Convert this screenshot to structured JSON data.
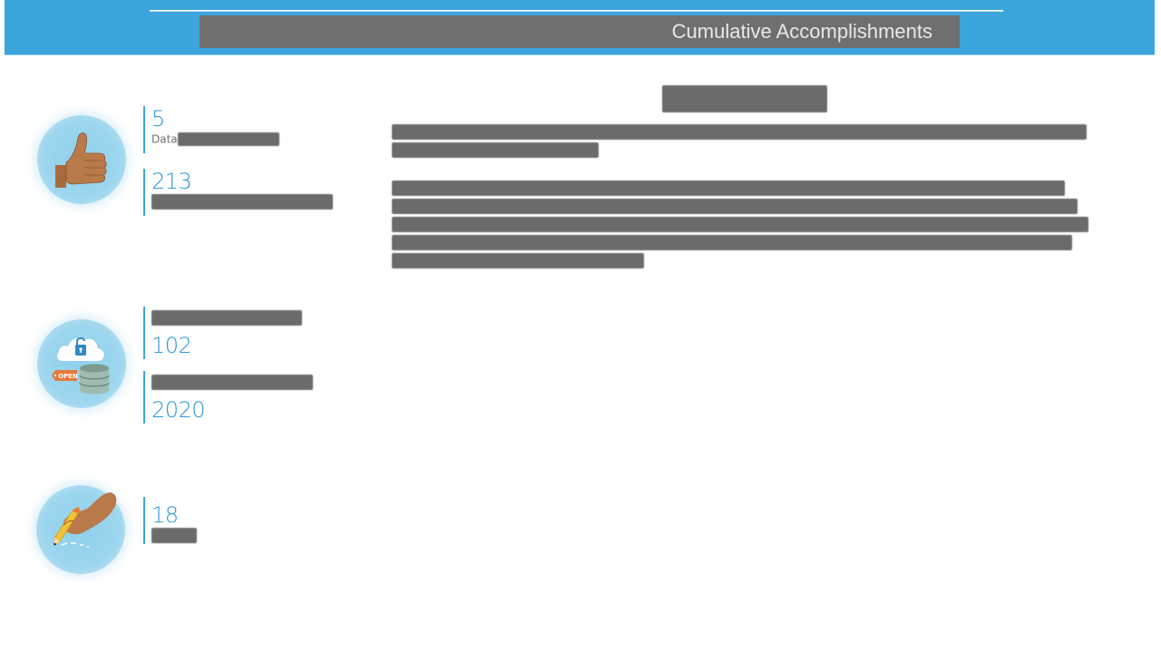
{
  "header": {
    "title_visible_fragment": "Cumulative Accomplishments",
    "title_full": "[redacted] Cumulative Accomplishments",
    "background_color": "#3ba5dc"
  },
  "stats": [
    {
      "icon": "thumbs-up-icon",
      "items": [
        {
          "value": "5",
          "label_prefix": "Data",
          "label": "[redacted]"
        },
        {
          "value": "213",
          "label": "[redacted]"
        }
      ]
    },
    {
      "icon": "open-data-cloud-lock-database-icon",
      "icon_tag_text": "OPEN",
      "items": [
        {
          "label": "[redacted]",
          "value": "102"
        },
        {
          "label": "[redacted]",
          "value": "2020"
        }
      ]
    },
    {
      "icon": "hand-writing-pencil-icon",
      "items": [
        {
          "value": "18",
          "label": "[redacted]"
        }
      ]
    }
  ],
  "summary": {
    "title": "[redacted]",
    "paragraphs": [
      {
        "lines": [
          "[redacted]",
          "[redacted]"
        ],
        "line_widths": [
          766,
          228
        ]
      },
      {
        "lines": [
          "[redacted]",
          "[redacted]",
          "[redacted]",
          "[redacted]",
          "[redacted]"
        ],
        "line_widths": [
          742,
          756,
          768,
          750,
          278
        ]
      }
    ]
  },
  "colors": {
    "accent": "#3ba5dc",
    "value_text": "#2e9ad6",
    "icon_circle": "#9dd6ee",
    "redaction": "#6b6b6b"
  }
}
